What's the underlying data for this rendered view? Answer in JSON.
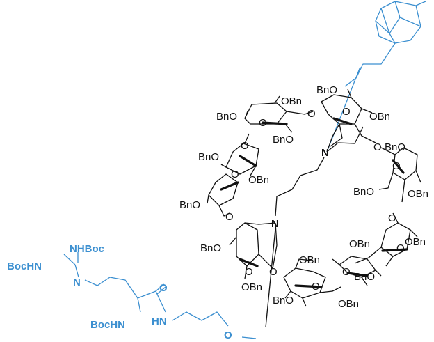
{
  "colors": {
    "accent": "#3b8fd0",
    "ink": "#111111"
  },
  "labels": {
    "bn_o": "BnO",
    "o_bn": "OBn",
    "o": "O",
    "n": "N",
    "nhboc": "NHBoc",
    "bochn": "BocHN",
    "bochn2": "BocHN",
    "hn": "HN",
    "amide_o": "O",
    "ether_o": "O",
    "guan_n": "N"
  }
}
